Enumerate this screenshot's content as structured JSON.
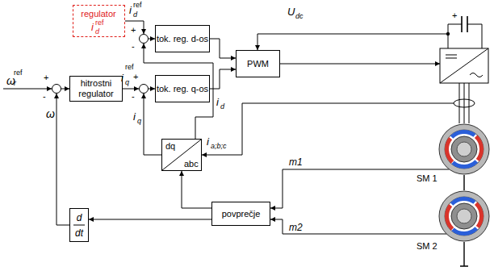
{
  "diagram": {
    "nodes": [
      {
        "text": [
          "regulator",
          "i",
          "d",
          "ref"
        ]
      },
      {
        "text": [
          "+",
          "-"
        ]
      },
      {
        "text": [
          "tok. reg. d-os"
        ]
      },
      {
        "text": [
          "PWM"
        ]
      },
      {
        "text": [
          "+",
          "-"
        ]
      },
      {
        "text": [
          "hitrostni regulator"
        ]
      },
      {
        "text": [
          "+",
          "-"
        ]
      },
      {
        "text": [
          "tok. reg. q-os"
        ]
      },
      {
        "text": [
          "dq",
          "abc"
        ]
      },
      {
        "text": [
          "povprečje"
        ]
      },
      {
        "text": [
          "d",
          "dt"
        ]
      },
      {
        "text": [
          "SM 1"
        ]
      },
      {
        "text": [
          "SM 2"
        ]
      }
    ],
    "edges": [
      {
        "from": 0,
        "to": 1,
        "arrow": "to"
      },
      {
        "from": 1,
        "to": 2,
        "arrow": "to"
      },
      {
        "from": 2,
        "to": 3,
        "arrow": "to"
      },
      {
        "from": 4,
        "to": 5,
        "arrow": "to"
      },
      {
        "from": 5,
        "to": 6,
        "arrow": "to"
      },
      {
        "from": 6,
        "to": 7,
        "arrow": "to"
      },
      {
        "from": 7,
        "to": 3,
        "arrow": "to"
      },
      {
        "from": 8,
        "to": 1,
        "arrow": "to"
      },
      {
        "from": 8,
        "to": 6,
        "arrow": "to"
      },
      {
        "from": 9,
        "to": 8,
        "arrow": "to"
      },
      {
        "from": 9,
        "to": 10,
        "arrow": "to"
      },
      {
        "from": 10,
        "to": 4,
        "arrow": "to"
      },
      {
        "from": 11,
        "to": 9,
        "label": "m1",
        "arrow": "to"
      },
      {
        "from": 12,
        "to": 9,
        "label": "m2",
        "arrow": "to"
      }
    ],
    "labels": [
      "ω",
      "r",
      "ref",
      "ω",
      "i",
      "d",
      "ref",
      "i",
      "q",
      "ref",
      "i",
      "d",
      "i",
      "q",
      "i",
      "a;b;c",
      "U",
      "dc",
      "+"
    ]
  }
}
